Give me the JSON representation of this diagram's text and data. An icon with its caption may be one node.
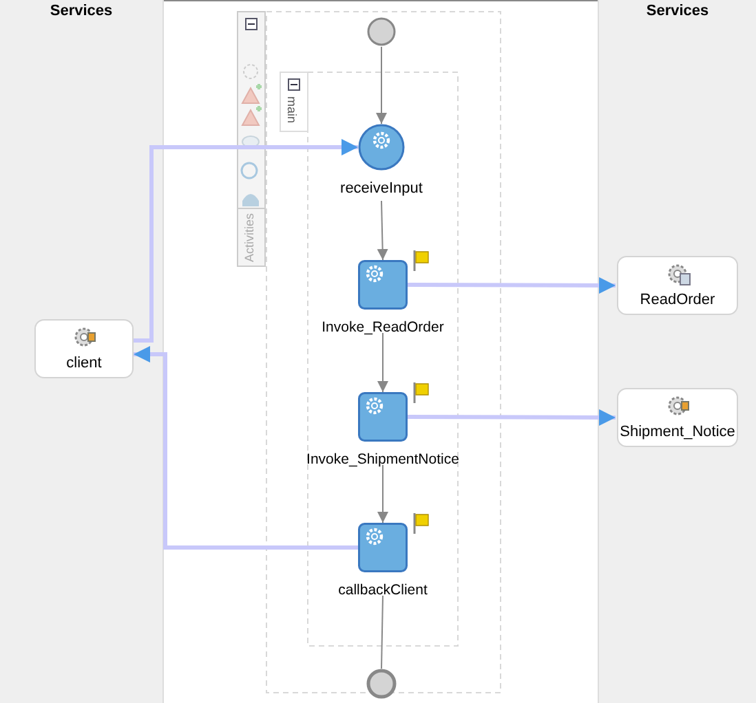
{
  "diagram": {
    "nodes": [
      {
        "text": [
          "Services"
        ]
      },
      {
        "text": [
          "Services"
        ]
      },
      {
        "text": [
          "client"
        ],
        "in": 0
      },
      {
        "text": [
          "ReadOrder"
        ],
        "in": 1
      },
      {
        "text": [
          "Shipment_Notice"
        ],
        "in": 1
      },
      {
        "text": [],
        "shape": "circle"
      },
      {
        "text": [
          "main"
        ]
      },
      {
        "text": [
          "receiveInput"
        ],
        "in": 6
      },
      {
        "text": [
          "Invoke_ReadOrder"
        ],
        "in": 6
      },
      {
        "text": [
          "Invoke_ShipmentNotice"
        ],
        "in": 6
      },
      {
        "text": [
          "callbackClient"
        ],
        "in": 6
      },
      {
        "text": [],
        "shape": "circle"
      }
    ],
    "edges": [
      {
        "from": 5,
        "to": 7,
        "arrow": "to"
      },
      {
        "from": 7,
        "to": 8,
        "arrow": "to"
      },
      {
        "from": 8,
        "to": 9,
        "arrow": "to"
      },
      {
        "from": 9,
        "to": 10,
        "arrow": "to"
      },
      {
        "from": 10,
        "to": 11,
        "arrow": "none"
      },
      {
        "from": 2,
        "to": 7,
        "arrow": "to",
        "style": "thick",
        "color": "#c8c8fa"
      },
      {
        "from": 8,
        "to": 3,
        "arrow": "to",
        "style": "thick",
        "color": "#c8c8fa"
      },
      {
        "from": 9,
        "to": 4,
        "arrow": "to",
        "style": "thick",
        "color": "#c8c8fa"
      },
      {
        "from": 10,
        "to": 2,
        "arrow": "to",
        "style": "thick",
        "color": "#c8c8fa"
      }
    ],
    "labels": [
      "Activities"
    ]
  }
}
